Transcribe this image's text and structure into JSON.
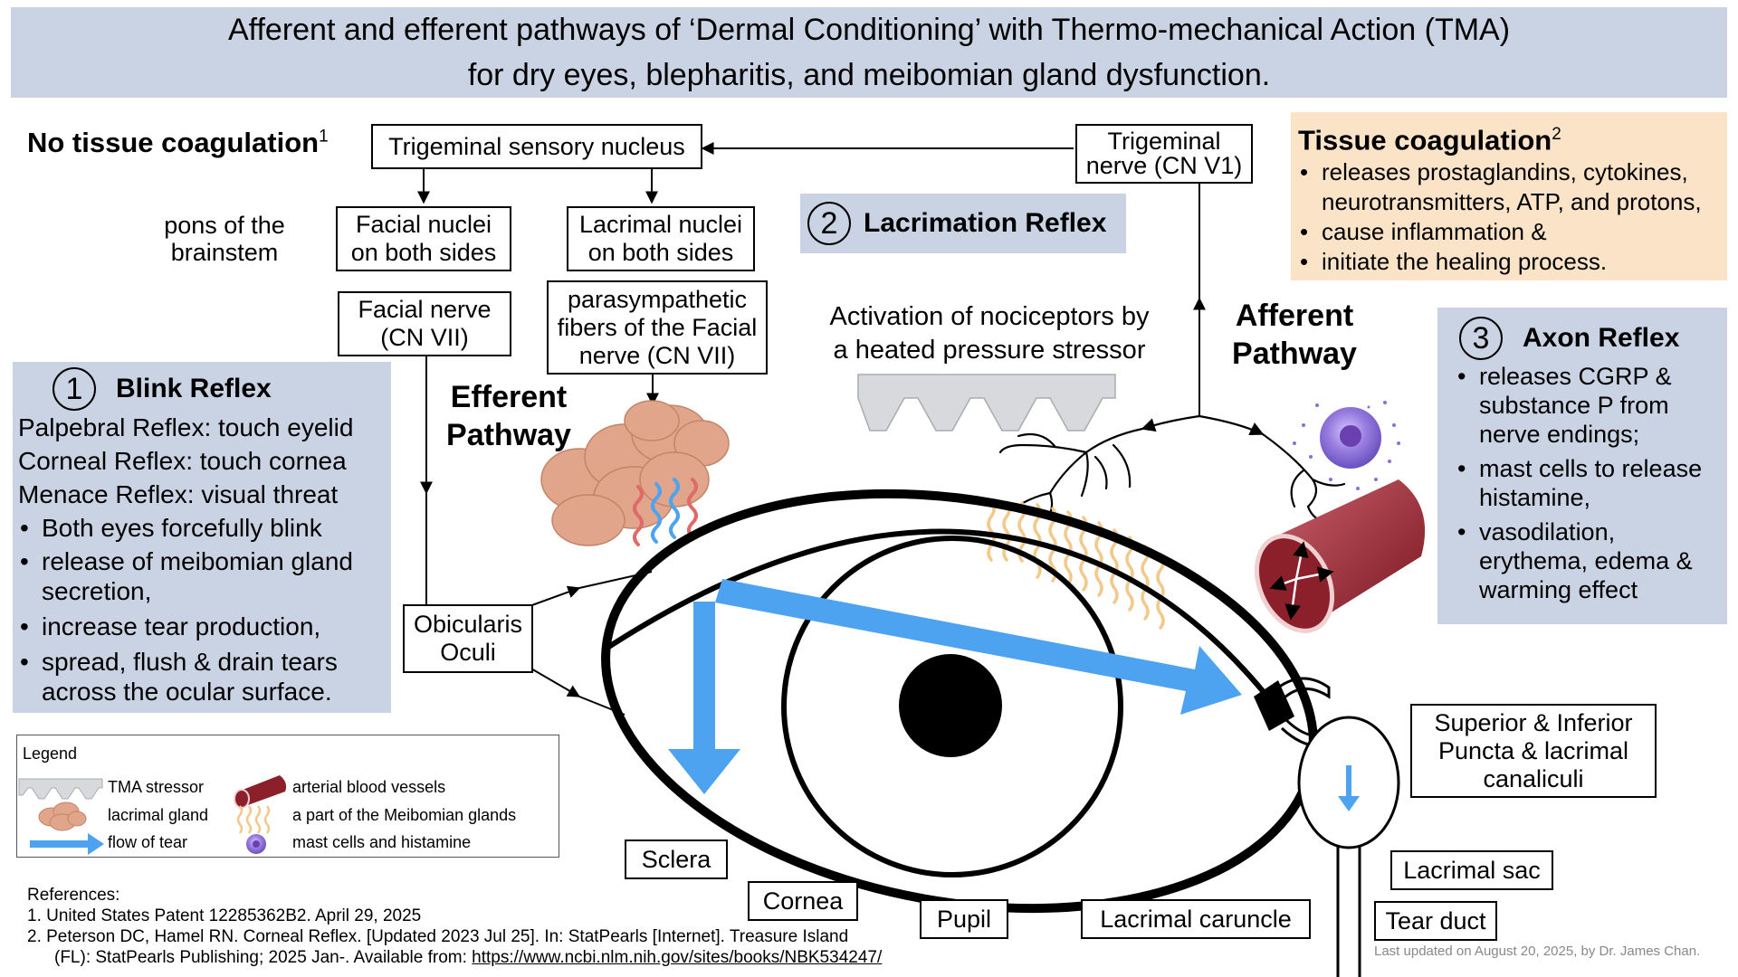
{
  "title": {
    "line1": "Afferent and efferent pathways of ‘Dermal Conditioning’ with Thermo-mechanical Action (TMA)",
    "line2": "for dry eyes, blepharitis, and meibomian gland dysfunction."
  },
  "no_coag": {
    "label": "No tissue coagulation",
    "sup": "1"
  },
  "nodes": {
    "trig_nucleus": "Trigeminal sensory nucleus",
    "trig_nerve_1": "Trigeminal",
    "trig_nerve_2": "nerve (CN V1)",
    "pons_1": "pons of the",
    "pons_2": "brainstem",
    "facial_nuclei_1": "Facial nuclei",
    "facial_nuclei_2": "on both sides",
    "lacrimal_nuclei_1": "Lacrimal nuclei",
    "lacrimal_nuclei_2": "on both sides",
    "facial_nerve_1": "Facial nerve",
    "facial_nerve_2": "(CN VII)",
    "parasym_1": "parasympathetic",
    "parasym_2": "fibers of the Facial",
    "parasym_3": "nerve (CN VII)",
    "orbicularis_1": "Obicularis",
    "orbicularis_2": "Oculi",
    "efferent_1": "Efferent",
    "efferent_2": "Pathway",
    "afferent_1": "Afferent",
    "afferent_2": "Pathway",
    "activation_1": "Activation of nociceptors by",
    "activation_2": "a heated pressure stressor"
  },
  "tissue_coag": {
    "title": "Tissue coagulation",
    "sup": "2",
    "items": [
      "releases prostaglandins, cytokines, neurotransmitters, ATP, and protons,",
      "cause inflammation &",
      "initiate the healing process."
    ]
  },
  "lacrimation": {
    "num": "2",
    "title": "Lacrimation Reflex"
  },
  "axon": {
    "num": "3",
    "title": "Axon Reflex",
    "items": [
      "releases CGRP & substance P from nerve endings;",
      "mast cells to release histamine,",
      "vasodilation, erythema, edema & warming effect"
    ]
  },
  "blink": {
    "num": "1",
    "title": "Blink Reflex",
    "lines": [
      "Palpebral Reflex: touch eyelid",
      "Corneal Reflex: touch cornea",
      "Menace Reflex: visual threat"
    ],
    "items": [
      "Both eyes forcefully blink",
      "release of meibomian gland secretion,",
      "increase tear production,",
      "spread, flush & drain tears across the ocular surface."
    ]
  },
  "legend": {
    "title": "Legend",
    "tma": "TMA stressor",
    "lacrimal_gland": "lacrimal gland",
    "flow": "flow of tear",
    "arterial": "arterial blood vessels",
    "meibomian": "a part of the Meibomian glands",
    "mast": "mast cells and histamine"
  },
  "anatomy": {
    "sclera": "Sclera",
    "cornea": "Cornea",
    "pupil": "Pupil",
    "caruncle": "Lacrimal caruncle",
    "puncta_1": "Superior & Inferior",
    "puncta_2": "Puncta & lacrimal",
    "puncta_3": "canaliculi",
    "sac": "Lacrimal sac",
    "duct": "Tear duct"
  },
  "references": {
    "heading": "References:",
    "ref1": "1.  United States Patent 12285362B2. April 29, 2025",
    "ref2_a": "2.  Peterson DC, Hamel RN. Corneal Reflex. [Updated 2023 Jul 25]. In: StatPearls [Internet]. Treasure Island",
    "ref2_b": "(FL): StatPearls Publishing; 2025 Jan-. Available from: ",
    "ref2_link": "https://www.ncbi.nlm.nih.gov/sites/books/NBK534247/"
  },
  "footer": "Last updated on August 20,  2025, by Dr. James Chan.",
  "colors": {
    "banner": "#c9d3e3",
    "peach": "#fbe3c8",
    "tear_arrow": "#4da3f0",
    "vessel": "#8b1f2a",
    "gland": "#e0a58a",
    "meibomian": "#f2c98a",
    "mast": "#9a7fe0"
  }
}
